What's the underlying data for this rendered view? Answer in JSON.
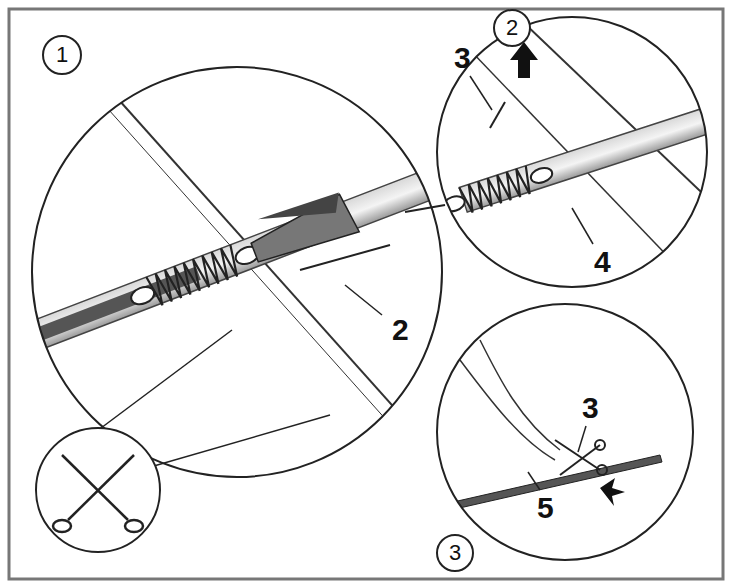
{
  "diagram": {
    "nodes": [
      {
        "text": [
          "1"
        ]
      },
      {
        "text": [
          "2"
        ]
      },
      {
        "text": [
          "3"
        ]
      }
    ],
    "labels": [
      "2",
      "3",
      "4",
      "3",
      "5"
    ]
  }
}
